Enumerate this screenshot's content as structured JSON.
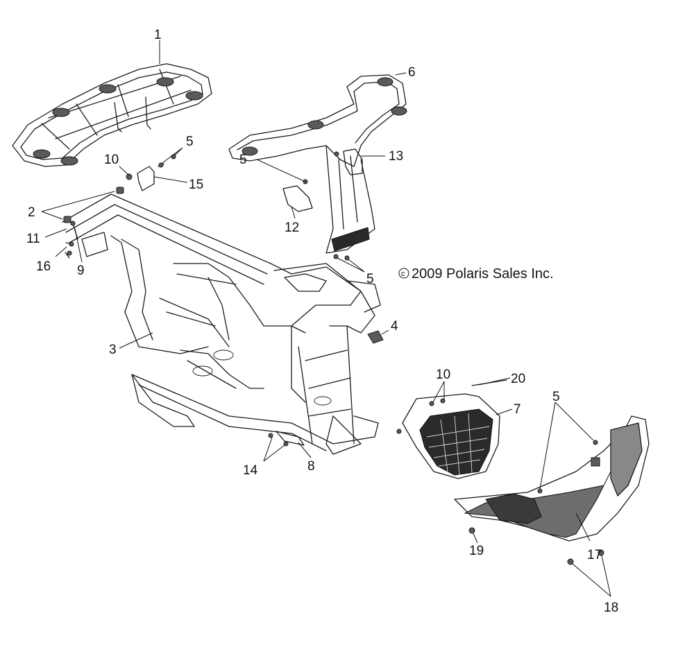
{
  "copyright": {
    "symbol": "c",
    "text": "2009 Polaris Sales Inc."
  },
  "callouts": [
    {
      "id": "c1",
      "label": "1"
    },
    {
      "id": "c2",
      "label": "2"
    },
    {
      "id": "c3",
      "label": "3"
    },
    {
      "id": "c4",
      "label": "4"
    },
    {
      "id": "c5a",
      "label": "5"
    },
    {
      "id": "c5b",
      "label": "5"
    },
    {
      "id": "c5c",
      "label": "5"
    },
    {
      "id": "c5d",
      "label": "5"
    },
    {
      "id": "c6",
      "label": "6"
    },
    {
      "id": "c7",
      "label": "7"
    },
    {
      "id": "c8",
      "label": "8"
    },
    {
      "id": "c9",
      "label": "9"
    },
    {
      "id": "c10a",
      "label": "10"
    },
    {
      "id": "c10b",
      "label": "10"
    },
    {
      "id": "c11",
      "label": "11"
    },
    {
      "id": "c12",
      "label": "12"
    },
    {
      "id": "c13",
      "label": "13"
    },
    {
      "id": "c14",
      "label": "14"
    },
    {
      "id": "c15",
      "label": "15"
    },
    {
      "id": "c16",
      "label": "16"
    },
    {
      "id": "c17",
      "label": "17"
    },
    {
      "id": "c18",
      "label": "18"
    },
    {
      "id": "c19",
      "label": "19"
    },
    {
      "id": "c20",
      "label": "20"
    }
  ]
}
